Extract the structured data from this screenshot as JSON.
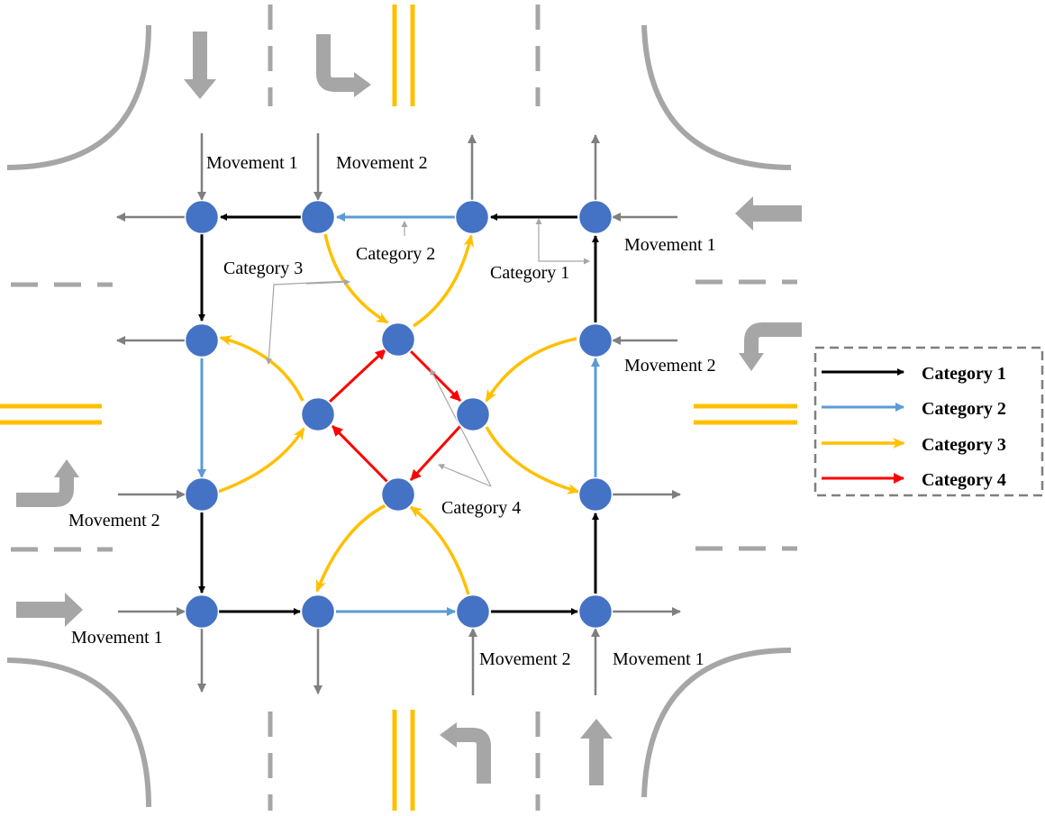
{
  "colors": {
    "category_1": "#000000",
    "category_2": "#5b9bd5",
    "category_3": "#ffc000",
    "category_4": "#ff0000",
    "node": "#4472c4",
    "movement": "#7f7f7f",
    "road": "#a6a6a6",
    "center_line": "#ffc000"
  },
  "labels": {
    "north_mv1": "Movement 1",
    "north_mv2": "Movement 2",
    "east_mv1": "Movement 1",
    "east_mv2": "Movement 2",
    "west_mv2": "Movement 2",
    "west_mv1": "Movement 1",
    "south_mv2": "Movement 2",
    "south_mv1": "Movement 1",
    "callout_cat1": "Category 1",
    "callout_cat2": "Category 2",
    "callout_cat3": "Category 3",
    "callout_cat4": "Category 4"
  },
  "legend": {
    "items": [
      {
        "label": "Category 1",
        "color": "#000000"
      },
      {
        "label": "Category 2",
        "color": "#5b9bd5"
      },
      {
        "label": "Category 3",
        "color": "#ffc000"
      },
      {
        "label": "Category 4",
        "color": "#ff0000"
      }
    ]
  }
}
